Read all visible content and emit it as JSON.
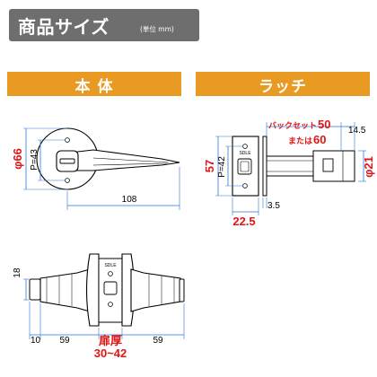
{
  "header": {
    "title": "商品サイズ",
    "unit_note": "(単位 mm)"
  },
  "sections": {
    "body": "本 体",
    "latch": "ラッチ"
  },
  "body_view": {
    "diameter": "φ66",
    "pitch": "P=43",
    "lever_length": "108"
  },
  "latch_view": {
    "height": "57",
    "pitch": "P=42",
    "width": "22.5",
    "backset_label": "バックセット",
    "backset_value": "50",
    "or_label": "または",
    "or_value": "60",
    "face_depth": "14.5",
    "bolt_diameter": "φ21",
    "face_thickness": "3.5",
    "plate_mark": "SDLE"
  },
  "side_view": {
    "knob_height": "18",
    "left_offset": "10",
    "left_length": "59",
    "right_length": "59",
    "door_label": "扉厚",
    "door_range": "30~42",
    "plate_mark": "SDLE"
  },
  "colors": {
    "header_bg": "#6e6e6e",
    "section_bg": "#e89a22",
    "red": "#e01515",
    "blue": "#2a78d6",
    "line": "#000000"
  }
}
